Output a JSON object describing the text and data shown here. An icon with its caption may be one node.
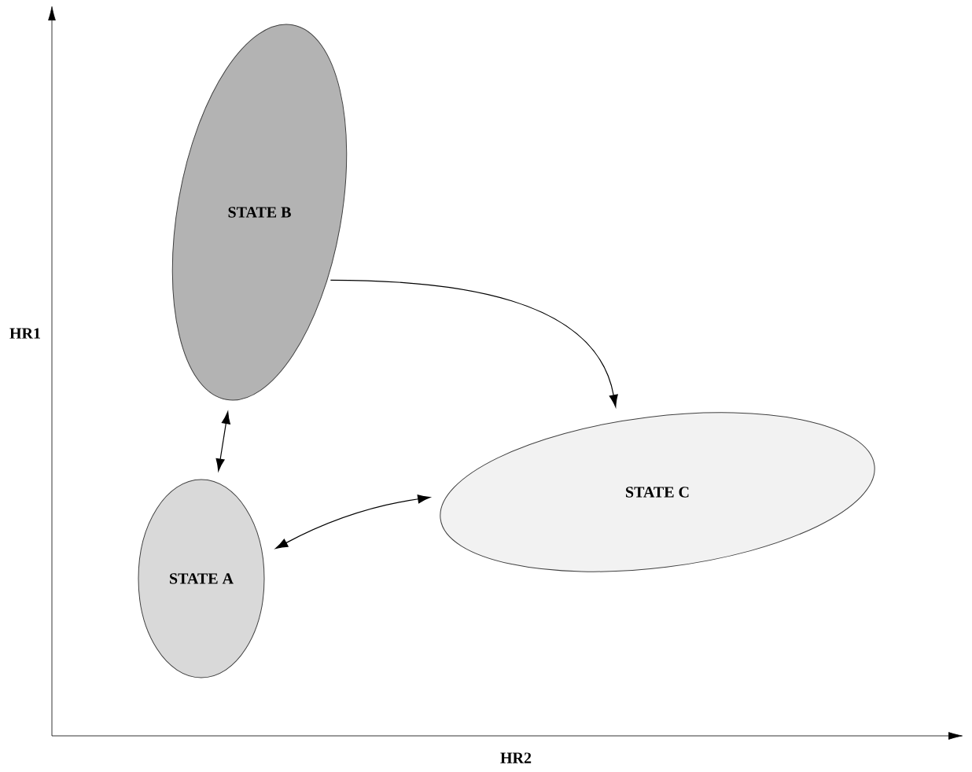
{
  "diagram": {
    "nodes": [
      {
        "text": [
          "STATE B"
        ]
      },
      {
        "text": [
          "STATE A"
        ]
      },
      {
        "text": [
          "STATE C"
        ]
      }
    ],
    "edges": [
      {
        "from": 0,
        "to": 2,
        "arrow": "to"
      },
      {
        "from": 0,
        "to": 1,
        "arrow": "both"
      },
      {
        "from": 1,
        "to": 2,
        "arrow": "both"
      }
    ],
    "labels": [
      "HR1",
      "HR2"
    ]
  }
}
